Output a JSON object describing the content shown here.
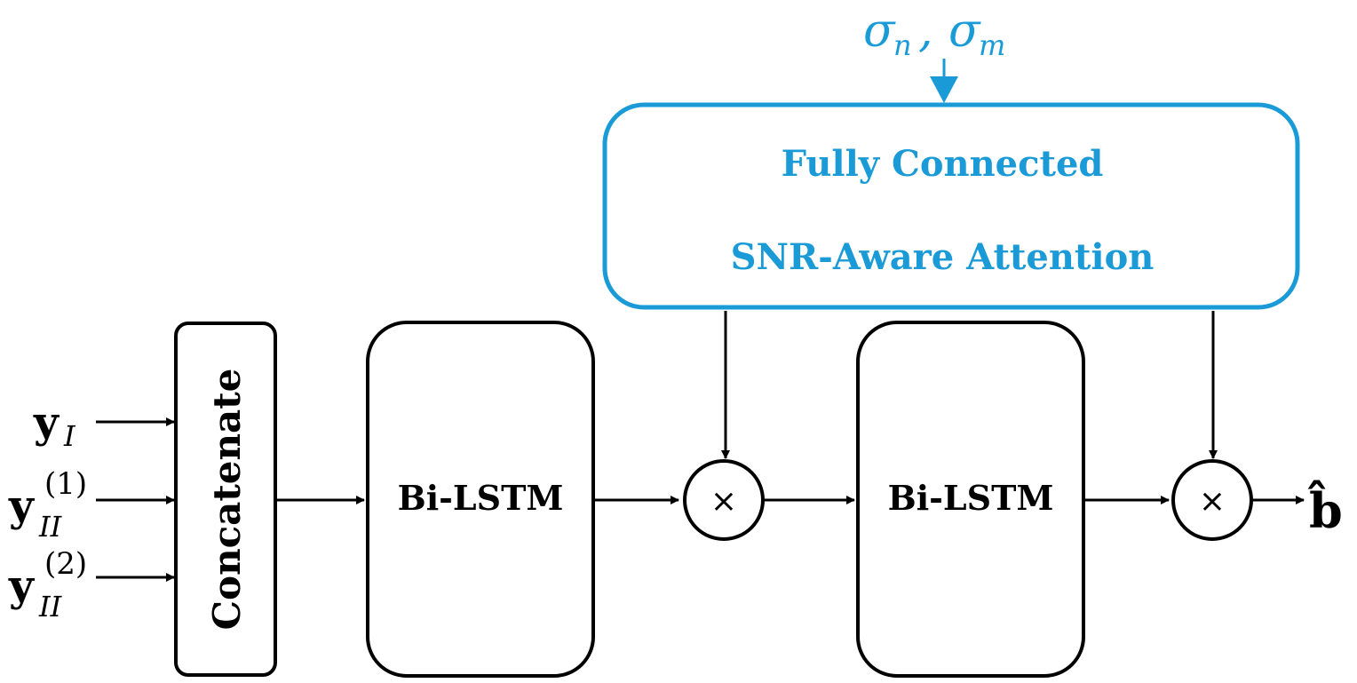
{
  "colors": {
    "black": "#000000",
    "accent_blue": "#1a9bd7"
  },
  "inputs": {
    "y1": {
      "main": "y",
      "sub": "I",
      "sup": ""
    },
    "y2": {
      "main": "y",
      "sub": "II",
      "sup": "(1)"
    },
    "y3": {
      "main": "y",
      "sub": "II",
      "sup": "(2)"
    }
  },
  "blocks": {
    "concatenate": "Concatenate",
    "bilstm1": "Bi-LSTM",
    "bilstm2": "Bi-LSTM"
  },
  "attention": {
    "line1": "Fully Connected",
    "line2": "SNR-Aware Attention",
    "input_label": "σ",
    "input_sub_n": "n",
    "input_sep": ", ",
    "input_label2": "σ",
    "input_sub_m": "m"
  },
  "operators": {
    "mult1": "×",
    "mult2": "×"
  },
  "output": {
    "symbol": "b̂"
  }
}
